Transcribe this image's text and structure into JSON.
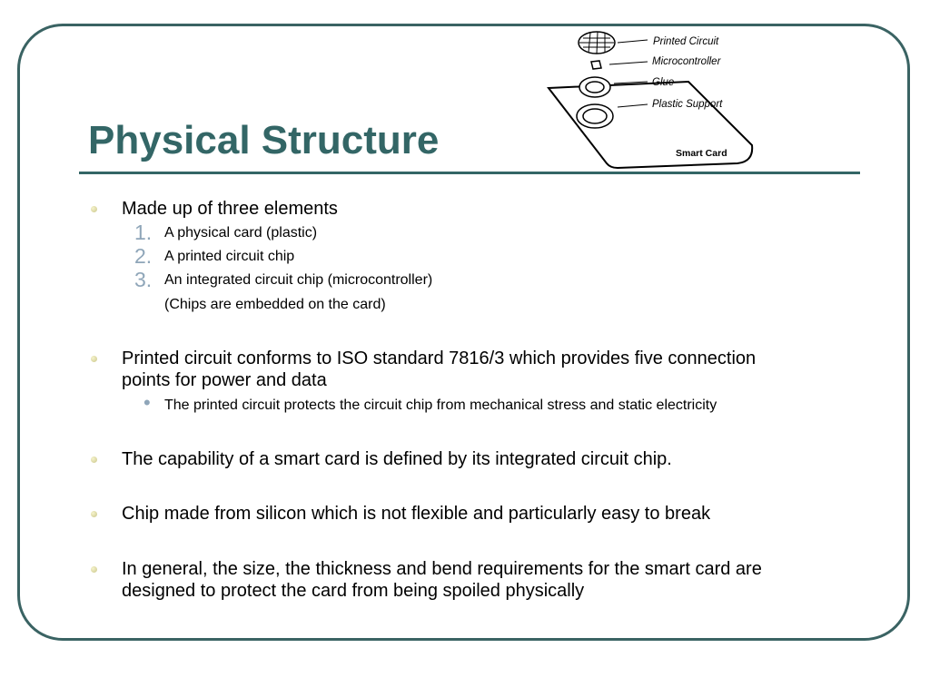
{
  "slide": {
    "title": "Physical Structure",
    "diagram": {
      "labels": [
        "Printed Circuit",
        "Microcontroller",
        "Glue",
        "Plastic Support"
      ],
      "card_label": "Smart Card"
    },
    "bullets": [
      {
        "text": "Made up of three elements",
        "items": [
          {
            "number": "1.",
            "text": "A physical card (plastic)"
          },
          {
            "number": "2.",
            "text": "A printed circuit chip"
          },
          {
            "number": "3.",
            "text": "An integrated circuit chip (microcontroller)"
          }
        ],
        "note": "(Chips are embedded on the card)"
      },
      {
        "text_line1": "Printed circuit conforms to ISO standard 7816/3 which provides five connection",
        "text_line2": "points for power and data",
        "sub_bullet": "The printed circuit protects the circuit chip from mechanical stress and static electricity"
      },
      {
        "text": "The capability of a smart card is defined by its integrated circuit chip."
      },
      {
        "text": "Chip made from silicon which is not flexible and particularly easy to break"
      },
      {
        "text_line1": "In general, the size, the thickness and bend requirements for the smart card are",
        "text_line2": "designed to protect the card from being spoiled physically"
      }
    ]
  }
}
